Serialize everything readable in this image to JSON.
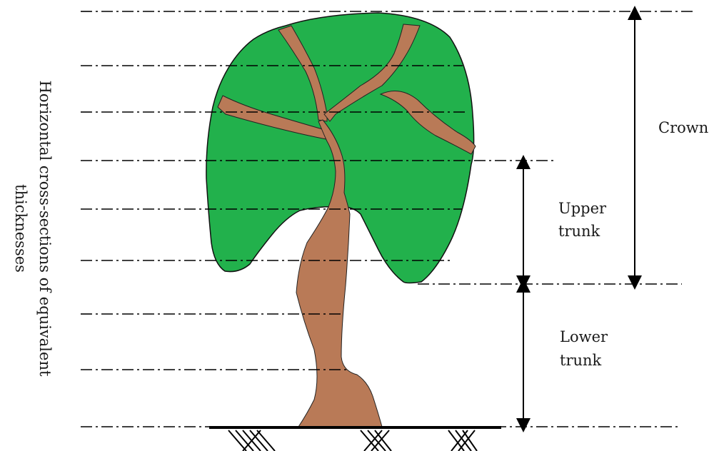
{
  "side_label": {
    "line1": "Horizontal cross-sections of equivalent",
    "line2": "thicknesses"
  },
  "labels": {
    "crown": "Crown",
    "upper_trunk_line1": "Upper",
    "upper_trunk_line2": "trunk",
    "lower_trunk_line1": "Lower",
    "lower_trunk_line2": "trunk"
  },
  "colors": {
    "crown_fill": "#22b14c",
    "trunk_fill": "#b97a57",
    "line": "#000000",
    "text": "#1a1a1a"
  }
}
